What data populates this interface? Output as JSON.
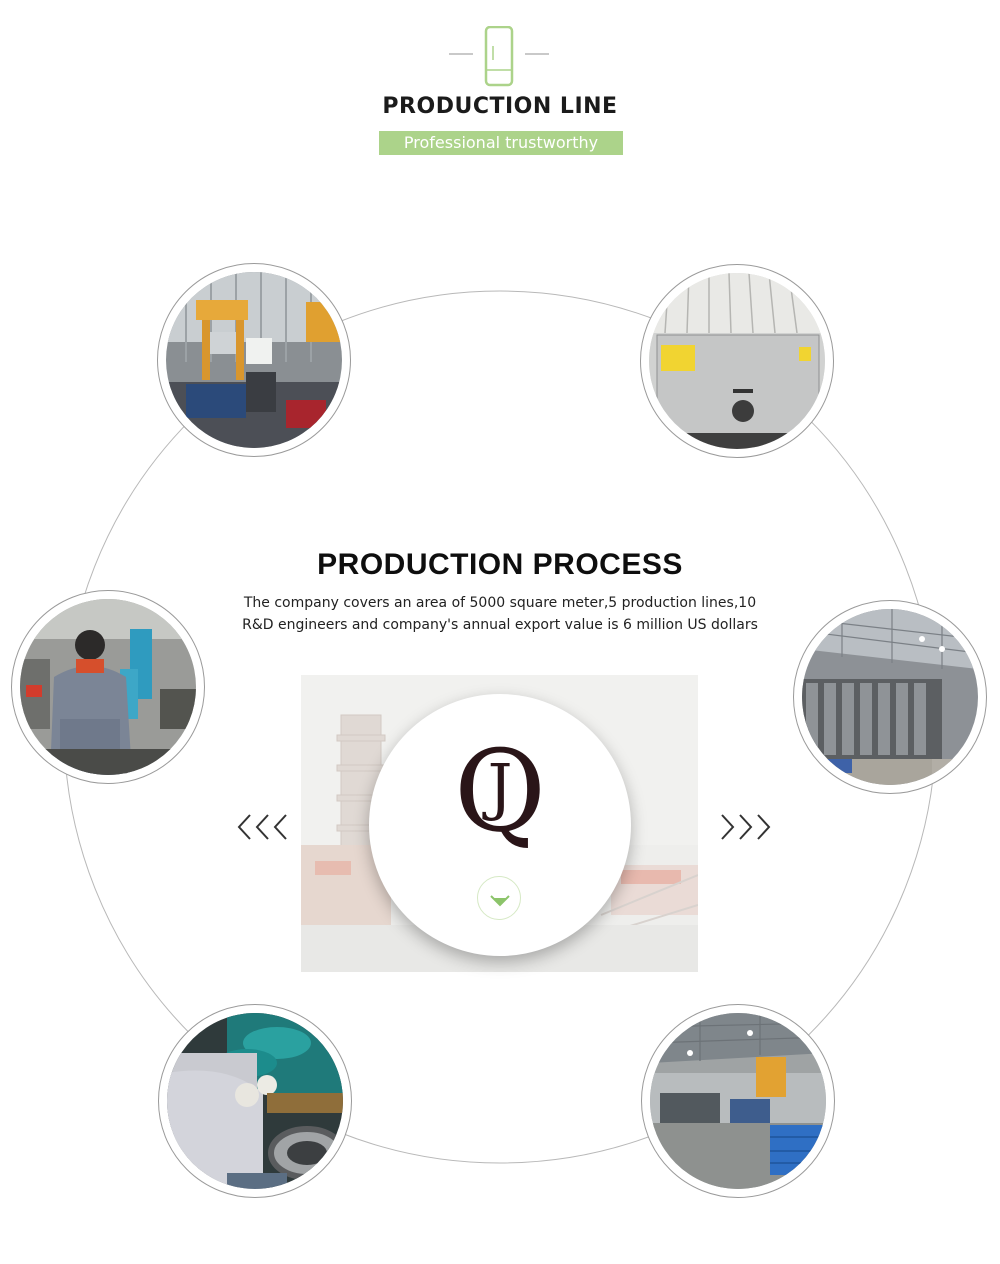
{
  "header": {
    "title": "PRODUCTION LINE",
    "subtitle": "Professional trustworthy",
    "icon": "phone-icon",
    "accent_color": "#acd38a"
  },
  "process": {
    "title": "PRODUCTION PROCESS",
    "description": "The company covers an area of 5000 square meter,5 production lines,10 R&D engineers and company's annual export value is 6 million US dollars"
  },
  "logo": {
    "text_q": "Q",
    "text_j": "J"
  },
  "nav": {
    "prev_icon": "triple-chevron-left-icon",
    "next_icon": "triple-chevron-right-icon",
    "down_icon": "chevron-down-icon"
  },
  "photos": [
    {
      "name": "photo-hydraulic-press"
    },
    {
      "name": "photo-cleaning-machine"
    },
    {
      "name": "photo-worker-machine"
    },
    {
      "name": "photo-warehouse-stock"
    },
    {
      "name": "photo-worker-assembly"
    },
    {
      "name": "photo-factory-floor"
    }
  ],
  "colors": {
    "text_dark": "#1b1b1b",
    "ring": "#b8b8b8",
    "logo": "#2a1518"
  }
}
